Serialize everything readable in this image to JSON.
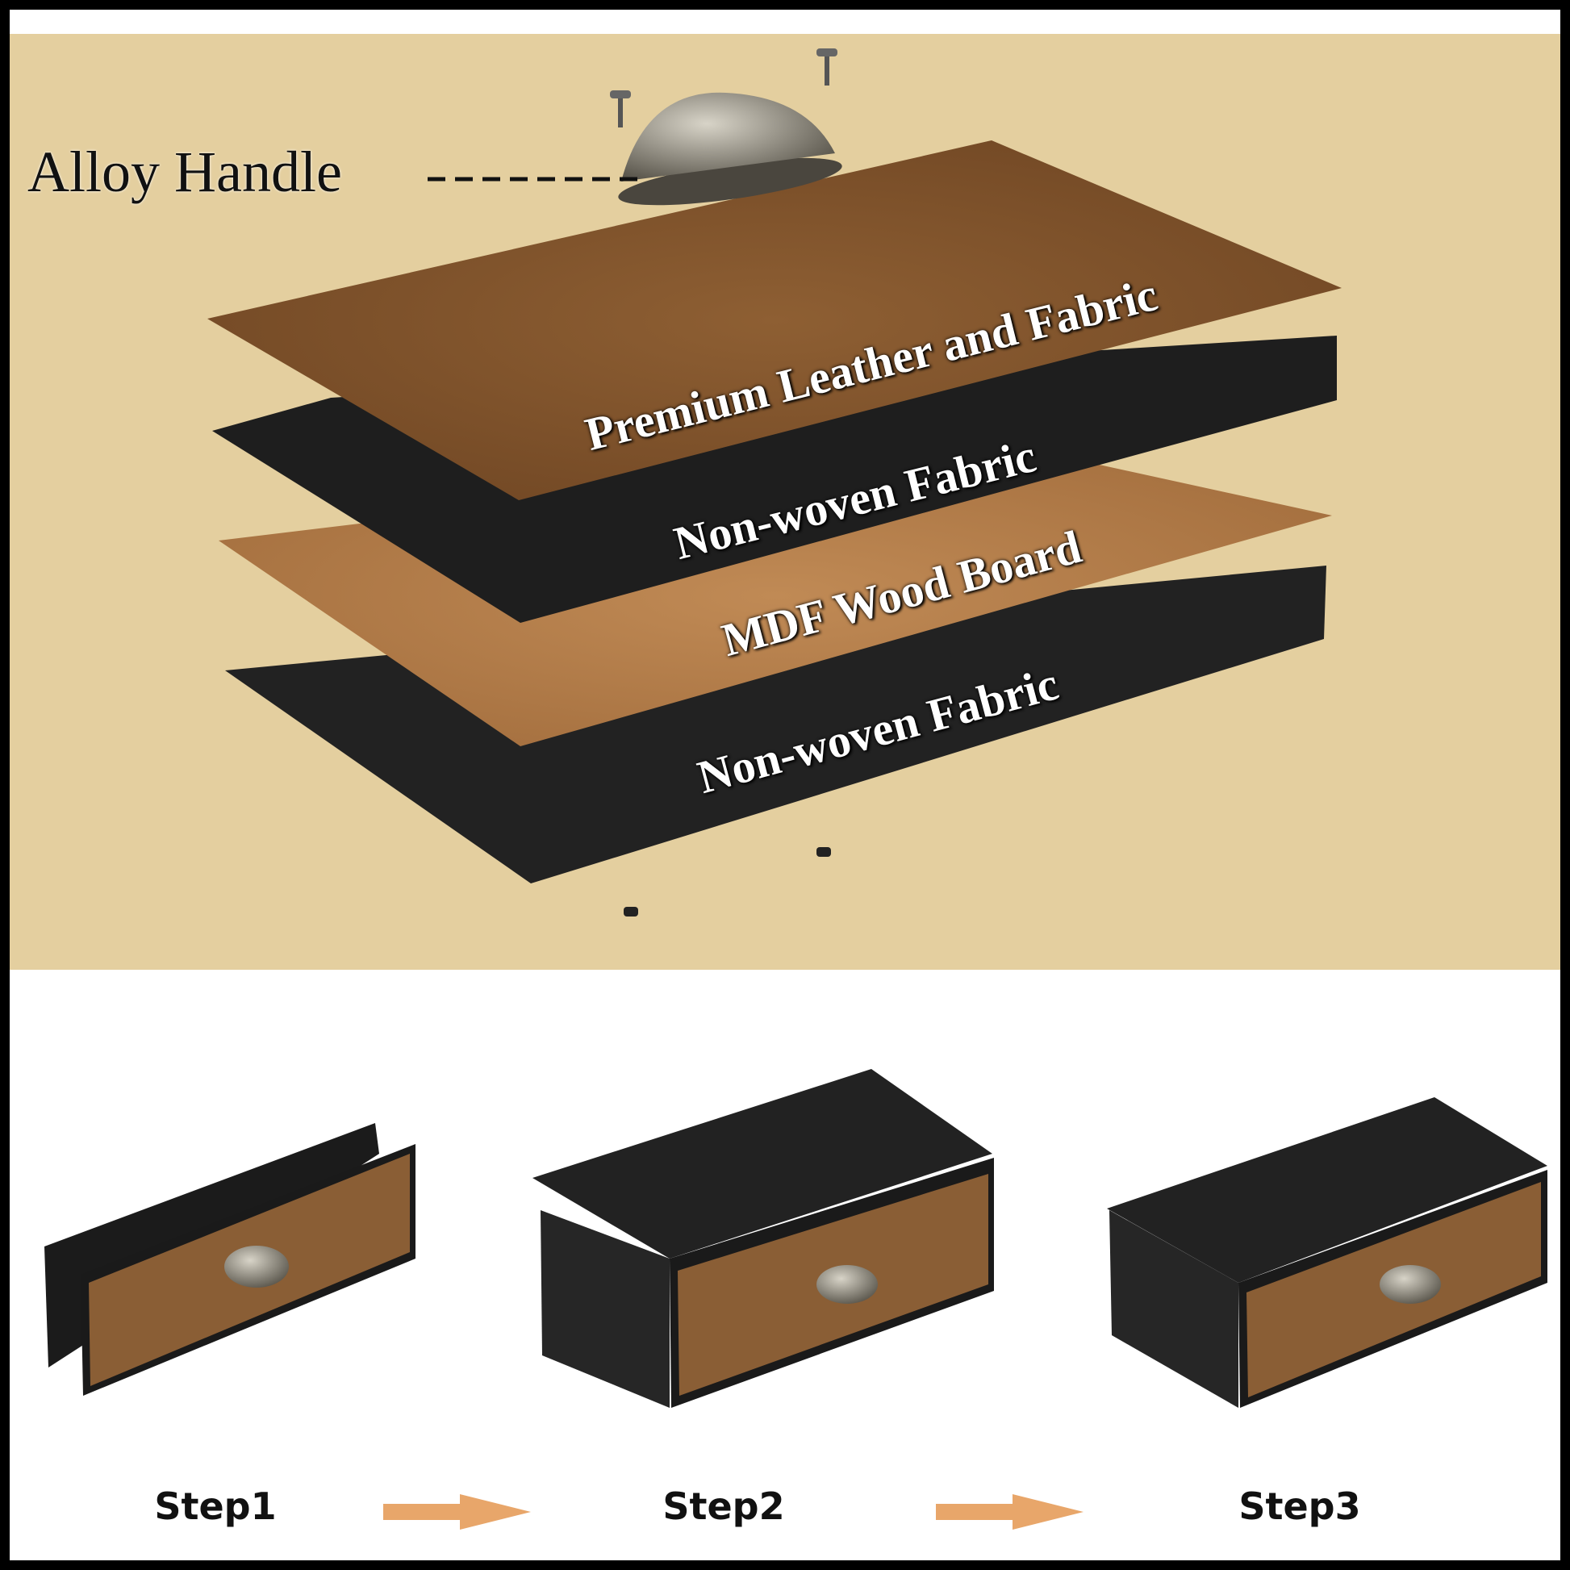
{
  "layers": {
    "handle_label": "Alloy Handle",
    "leather": "Premium Leather and Fabric",
    "nonwoven_top": "Non-woven Fabric",
    "mdf": "MDF Wood Board",
    "nonwoven_bottom": "Non-woven Fabric"
  },
  "steps": [
    "Step1",
    "Step2",
    "Step3"
  ],
  "colors": {
    "background": "#e4cf9f",
    "leather": "#8a5a2e",
    "fabric": "#1f1f1f",
    "mdf": "#b07a48",
    "arrow": "#e8a66a"
  }
}
